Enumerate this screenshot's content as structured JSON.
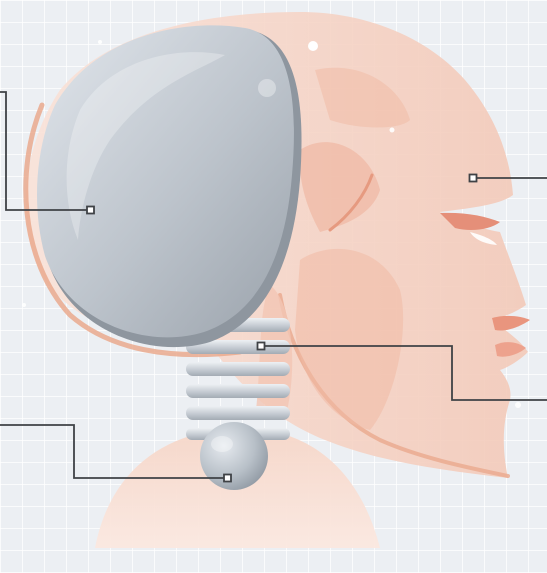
{
  "colors": {
    "background": "#eceff3",
    "grid": "#ffffff",
    "skin_light": "#f7d8cc",
    "skin": "#f2c3b0",
    "skin_dark": "#e9a58c",
    "outline": "#e9a386",
    "lips": "#e8a08c",
    "metal_light": "#dfe4ea",
    "metal": "#b9c0c8",
    "metal_dark": "#8f979f",
    "callout_line": "#3f4246"
  },
  "callouts": [
    {
      "id": "skull-cap",
      "target": "helmet-plate",
      "label": ""
    },
    {
      "id": "face",
      "target": "face-surface",
      "label": ""
    },
    {
      "id": "spine-joint",
      "target": "neck-spring",
      "label": ""
    },
    {
      "id": "neck-ball",
      "target": "ball-joint",
      "label": ""
    }
  ]
}
